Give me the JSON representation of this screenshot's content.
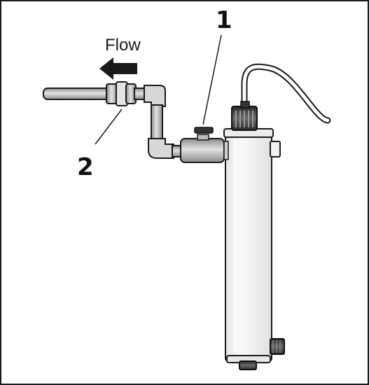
{
  "diagram": {
    "flow_label": "Flow",
    "callouts": [
      {
        "number": "1",
        "target": "ball-valve"
      },
      {
        "number": "2",
        "target": "pipe-union"
      }
    ]
  },
  "colors": {
    "outline": "#1a1a1a",
    "pipe_fill": "#bdbdbd",
    "vessel_fill": "#f4f4f4",
    "valve_fill": "#c8c8c8"
  }
}
